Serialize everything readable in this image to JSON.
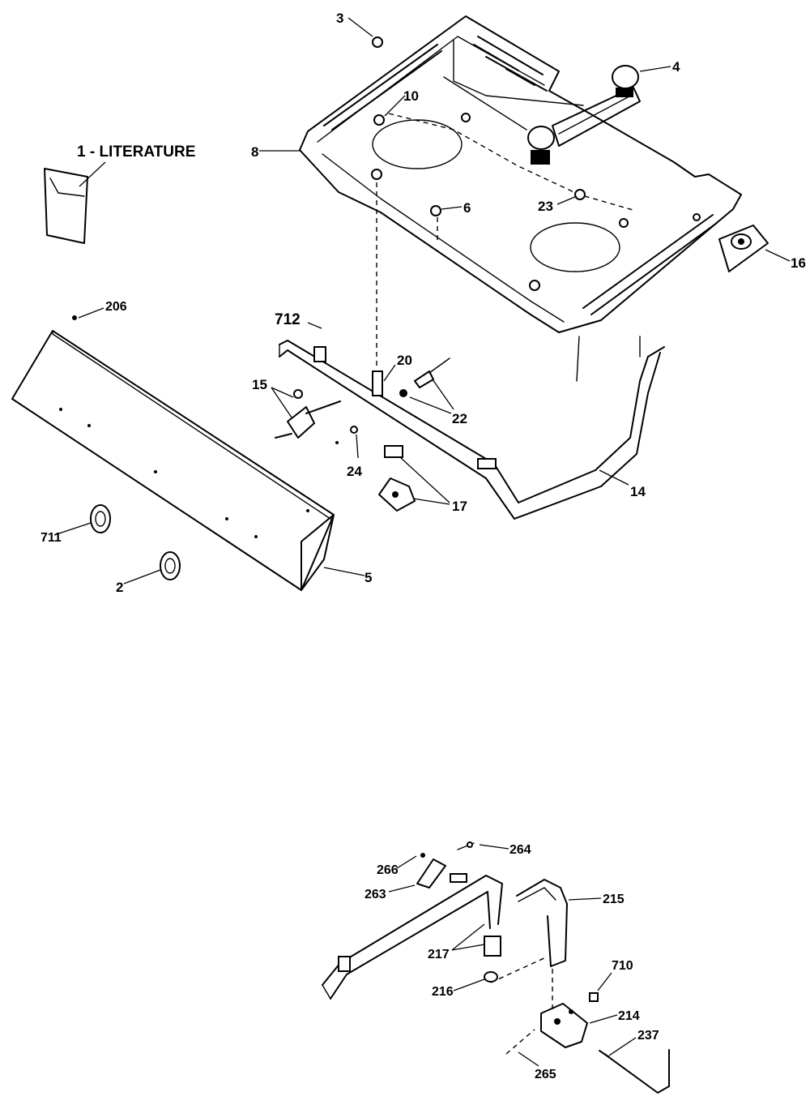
{
  "labels": {
    "literature": "1 - LITERATURE",
    "p3": "3",
    "p4": "4",
    "p8": "8",
    "p10": "10",
    "p6": "6",
    "p23": "23",
    "p16": "16",
    "p206": "206",
    "p712": "712",
    "p20": "20",
    "p15": "15",
    "p22": "22",
    "p24": "24",
    "p17": "17",
    "p14": "14",
    "p711": "711",
    "p2": "2",
    "p5": "5",
    "p266": "266",
    "p264": "264",
    "p263": "263",
    "p215": "215",
    "p217": "217",
    "p216": "216",
    "p710": "710",
    "p214": "214",
    "p237": "237",
    "p265": "265"
  }
}
